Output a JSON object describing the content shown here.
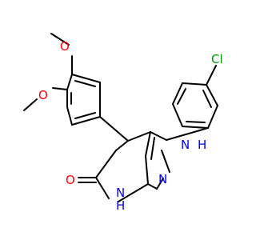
{
  "molecule": {
    "atoms": {
      "o_methoxy_top": "O",
      "o_methoxy_mid": "O",
      "cl": "Cl",
      "nh_pyrazole": "N",
      "h_pyrazole": "H",
      "n_pyrazole": "N",
      "nh_lactam_n": "N",
      "nh_lactam_h": "H",
      "o_carbonyl": "O"
    },
    "colors": {
      "bond": "#000000",
      "oxygen": "#ff0000",
      "nitrogen": "#0000ff",
      "chlorine": "#00a000"
    }
  }
}
